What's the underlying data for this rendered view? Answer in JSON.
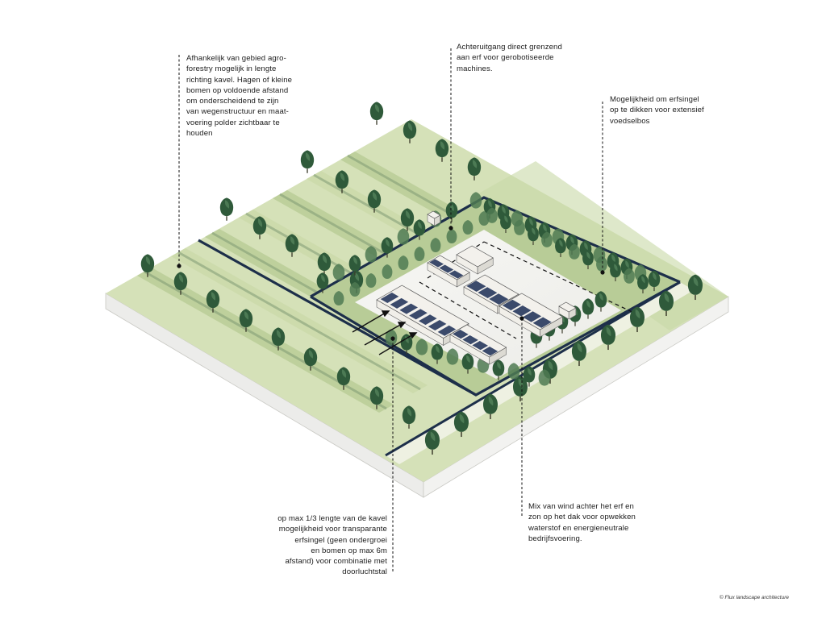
{
  "annotations": {
    "agroforestry": "Afhankelijk van gebied agro-\nforestry mogelijk in lengte\nrichting kavel. Hagen of kleine\nbomen op voldoende afstand\nom onderscheidend te zijn\nvan wegenstructuur en maat-\nvoering polder zichtbaar te\nhouden",
    "back_access": "Achteruitgang direct grenzend\naan erf voor gerobotiseerde\nmachines.",
    "erfsingel": "Mogelijkheid om erfsingel\nop te dikken voor extensief\nvoedselbos",
    "transparent_singel": "op max 1/3 lengte van de kavel\nmogelijkheid voor  transparante\nerfsingel (geen ondergroei\nen bomen op max 6m\nafstand) voor combinatie met\ndoorluchtstal",
    "energy": "Mix van wind achter het erf en\nzon op het dak voor opwekken\nwaterstof en energieneutrale\nbedrijfsvoering."
  },
  "credit": "© Flux landscape architecture",
  "colors": {
    "field_light": "#d8e3bd",
    "field_mid": "#c4d4a2",
    "field_dark": "#a9bf86",
    "slab_side": "#e9e9e6",
    "yard": "#f4f4f1",
    "tree": "#2f5a3a",
    "tree_light": "#4f7a52",
    "border": "#1d2f4a",
    "roof": "#3a4a6a",
    "building": "#e8e6e0"
  },
  "icons": {
    "tree": "tree-icon",
    "building": "barn-icon",
    "arrow": "arrow-icon"
  }
}
